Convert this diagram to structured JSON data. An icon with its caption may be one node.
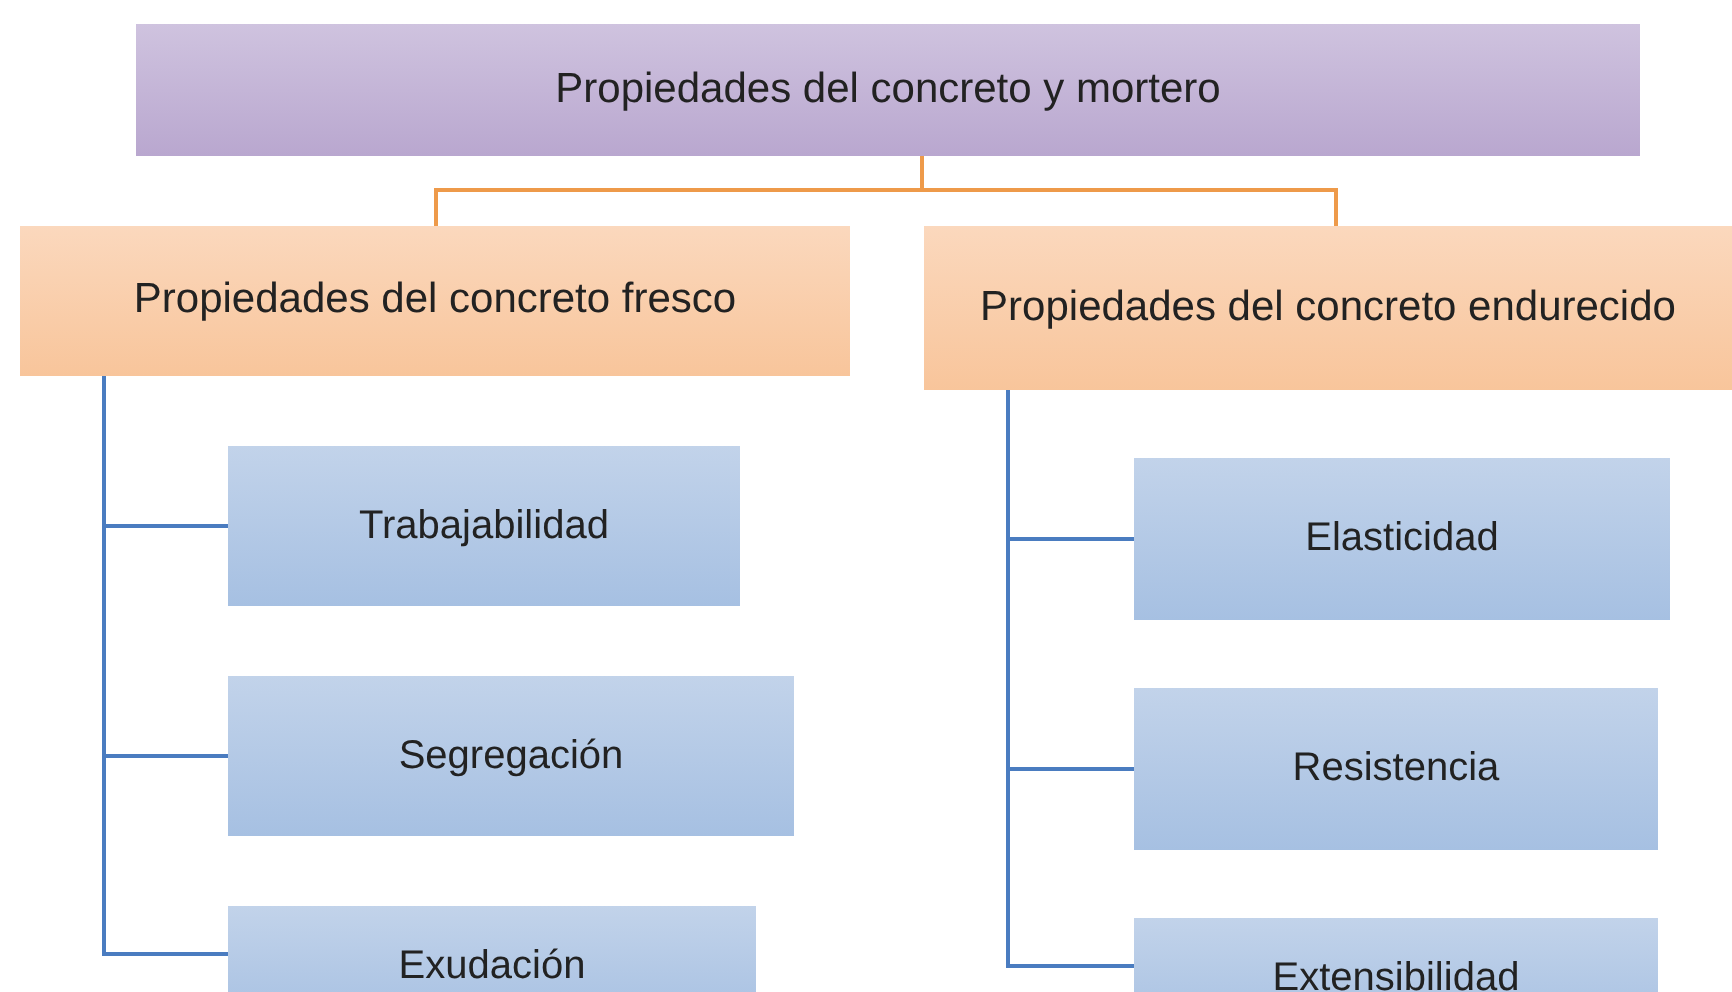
{
  "diagram": {
    "nodes": [
      {
        "text": [
          "Propiedades del concreto y mortero"
        ]
      },
      {
        "text": [
          "Propiedades del concreto fresco"
        ]
      },
      {
        "text": [
          "Propiedades del concreto endurecido"
        ]
      },
      {
        "text": [
          "Trabajabilidad"
        ]
      },
      {
        "text": [
          "Segregación"
        ]
      },
      {
        "text": [
          "Exudación"
        ]
      },
      {
        "text": [
          "Elasticidad"
        ]
      },
      {
        "text": [
          "Resistencia"
        ]
      },
      {
        "text": [
          "Extensibilidad"
        ]
      }
    ],
    "edges": [
      {
        "from": 0,
        "to": 1,
        "arrow": "none",
        "color": "#ee9a4a"
      },
      {
        "from": 0,
        "to": 2,
        "arrow": "none",
        "color": "#ee9a4a"
      },
      {
        "from": 1,
        "to": 3,
        "arrow": "none"
      },
      {
        "from": 1,
        "to": 4,
        "arrow": "none"
      },
      {
        "from": 1,
        "to": 5,
        "arrow": "none"
      },
      {
        "from": 2,
        "to": 6,
        "arrow": "none"
      },
      {
        "from": 2,
        "to": 7,
        "arrow": "none"
      },
      {
        "from": 2,
        "to": 8,
        "arrow": "none"
      }
    ]
  }
}
